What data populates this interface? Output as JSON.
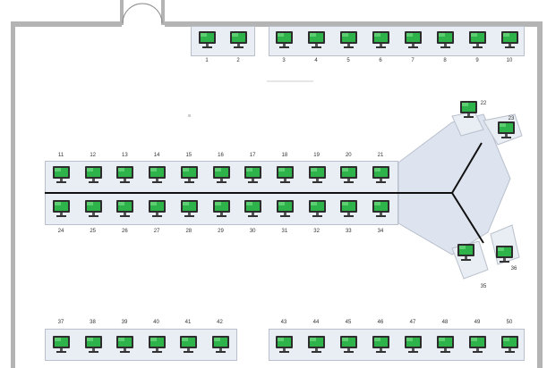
{
  "colors": {
    "wall": "#b4b4b4",
    "desk_fill": "#e9edf4",
    "desk_border": "#b9c0cc",
    "cable": "#111111",
    "screen_green": "#2eb34a",
    "monitor_frame": "#2d2d2d"
  },
  "icons": {
    "workstation": "computer-monitor-icon",
    "door": "double-door-icon"
  },
  "labels": {
    "top_left": [
      "1",
      "2"
    ],
    "top_right": [
      "3",
      "4",
      "5",
      "6",
      "7",
      "8",
      "9",
      "10"
    ],
    "center_top": [
      "11",
      "12",
      "13",
      "14",
      "15",
      "16",
      "17",
      "18",
      "19",
      "20",
      "21"
    ],
    "center_bottom": [
      "24",
      "25",
      "26",
      "27",
      "28",
      "29",
      "30",
      "31",
      "32",
      "33",
      "34"
    ],
    "pod": [
      "22",
      "23",
      "35",
      "36"
    ],
    "bottom_left": [
      "37",
      "38",
      "39",
      "40",
      "41",
      "42"
    ],
    "bottom_right": [
      "43",
      "44",
      "45",
      "46",
      "47",
      "48",
      "49",
      "50"
    ]
  }
}
